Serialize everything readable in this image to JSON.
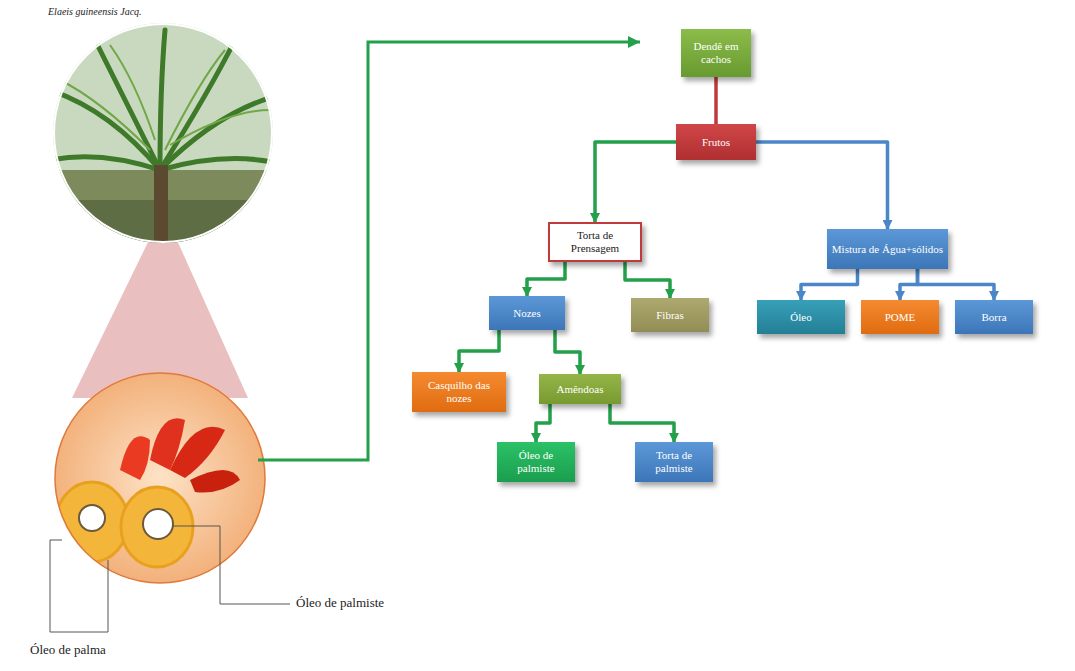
{
  "diagram": {
    "nodes": [
      {
        "text": [
          "Dendê em cachos"
        ]
      },
      {
        "text": [
          "Frutos"
        ]
      },
      {
        "text": [
          "Torta de Prensagem"
        ]
      },
      {
        "text": [
          "Mistura de Água+sólidos"
        ]
      },
      {
        "text": [
          "Nozes"
        ]
      },
      {
        "text": [
          "Fibras"
        ]
      },
      {
        "text": [
          "Óleo"
        ]
      },
      {
        "text": [
          "POME"
        ]
      },
      {
        "text": [
          "Borra"
        ]
      },
      {
        "text": [
          "Casquilho das nozes"
        ]
      },
      {
        "text": [
          "Amêndoas"
        ]
      },
      {
        "text": [
          "Óleo de palmiste"
        ]
      },
      {
        "text": [
          "Torta de palmiste"
        ]
      }
    ],
    "edges": [
      {
        "from": 0,
        "to": 1,
        "arrow": "none"
      },
      {
        "from": 1,
        "to": 2,
        "arrow": "to"
      },
      {
        "from": 1,
        "to": 3,
        "arrow": "to"
      },
      {
        "from": 2,
        "to": 4,
        "arrow": "to"
      },
      {
        "from": 2,
        "to": 5,
        "arrow": "to"
      },
      {
        "from": 3,
        "to": 6,
        "arrow": "to"
      },
      {
        "from": 3,
        "to": 7,
        "arrow": "to"
      },
      {
        "from": 3,
        "to": 8,
        "arrow": "to"
      },
      {
        "from": 4,
        "to": 9,
        "arrow": "to"
      },
      {
        "from": 4,
        "to": 10,
        "arrow": "to"
      },
      {
        "from": 10,
        "to": 11,
        "arrow": "to"
      },
      {
        "from": 10,
        "to": 12,
        "arrow": "to"
      }
    ],
    "labels": [
      "Elaeis guineensis Jacq.",
      "Óleo de palmiste",
      "Óleo de palma"
    ]
  }
}
